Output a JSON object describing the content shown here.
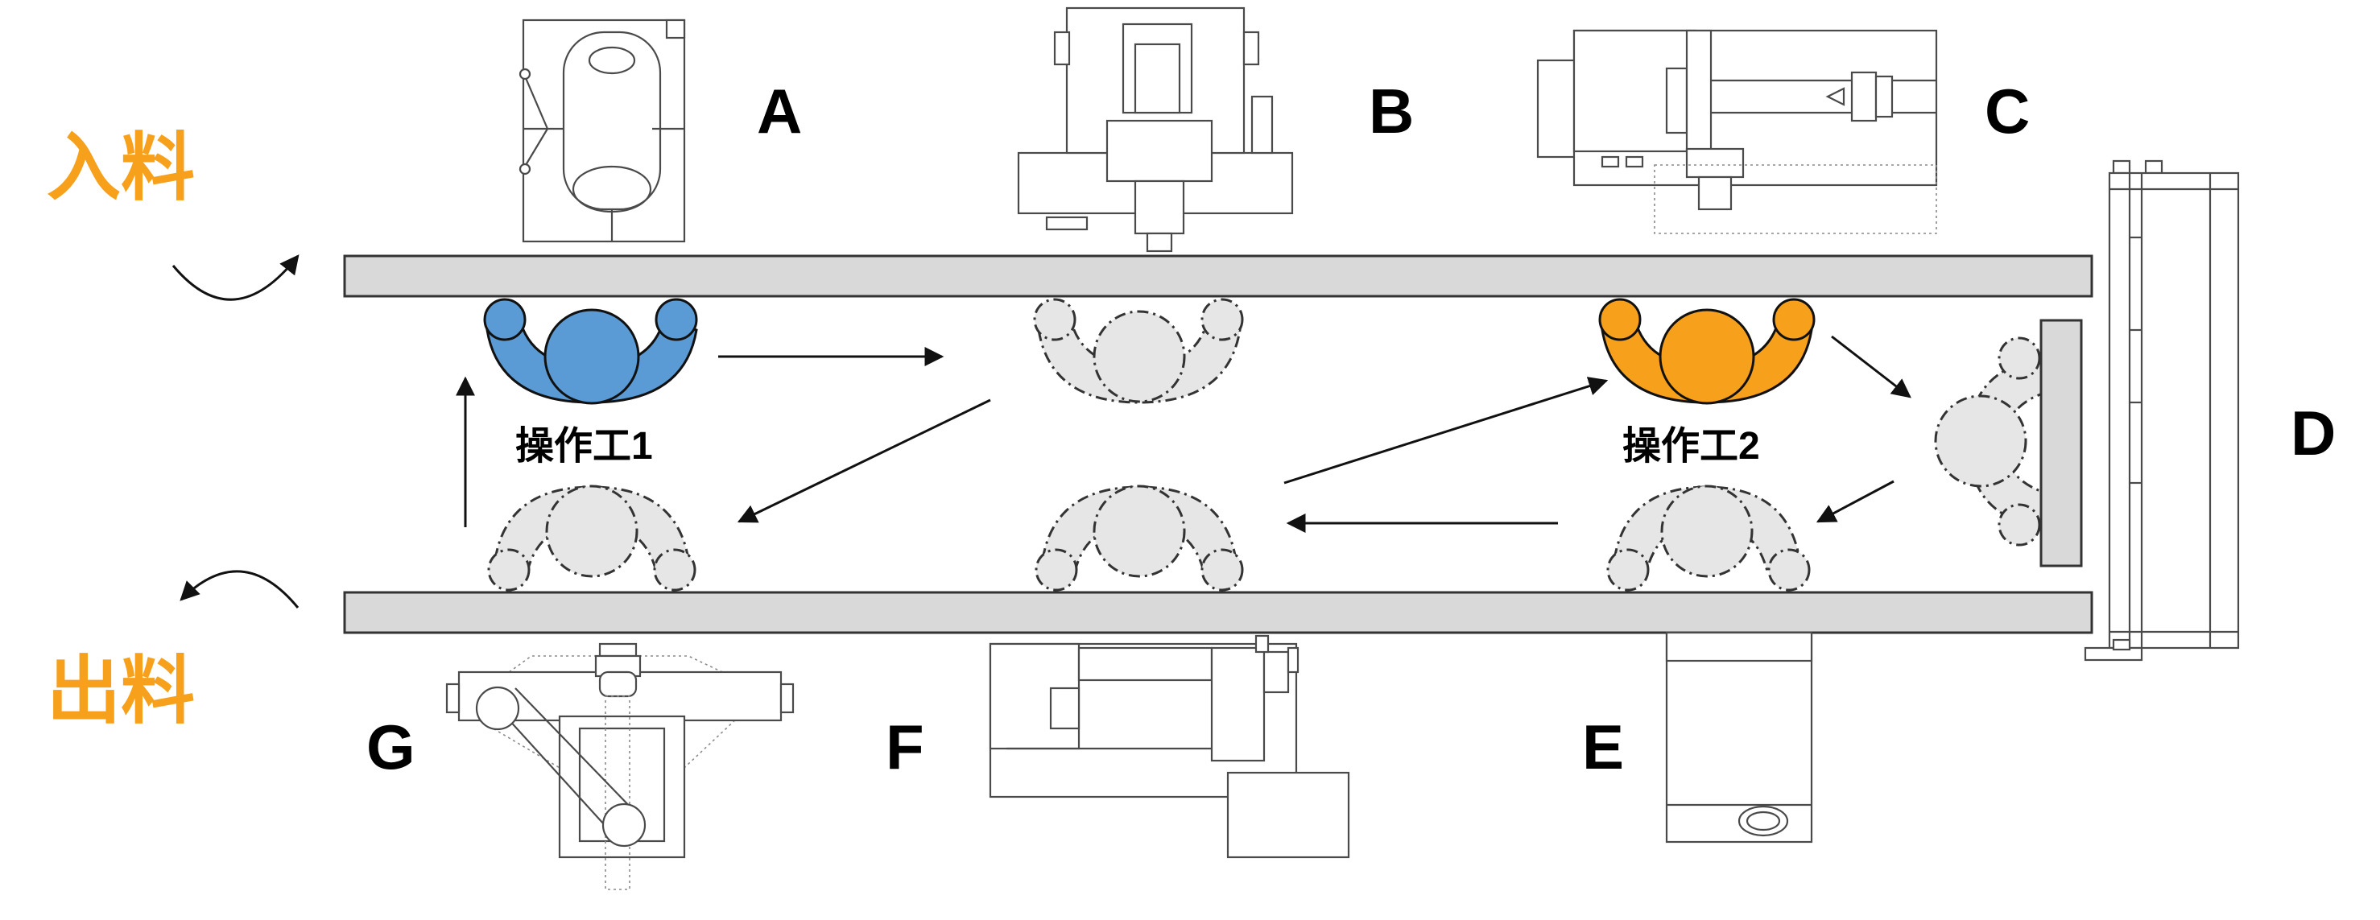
{
  "labels": {
    "inbound": "入料",
    "outbound": "出料",
    "operator1": "操作工1",
    "operator2": "操作工2"
  },
  "machines": {
    "a": "A",
    "b": "B",
    "c": "C",
    "d": "D",
    "e": "E",
    "f": "F",
    "g": "G"
  },
  "colors": {
    "orange": "#F7A01B",
    "blue": "#5B9BD5",
    "rail": "#D9D9D9",
    "ghost": "#E6E6E6"
  }
}
